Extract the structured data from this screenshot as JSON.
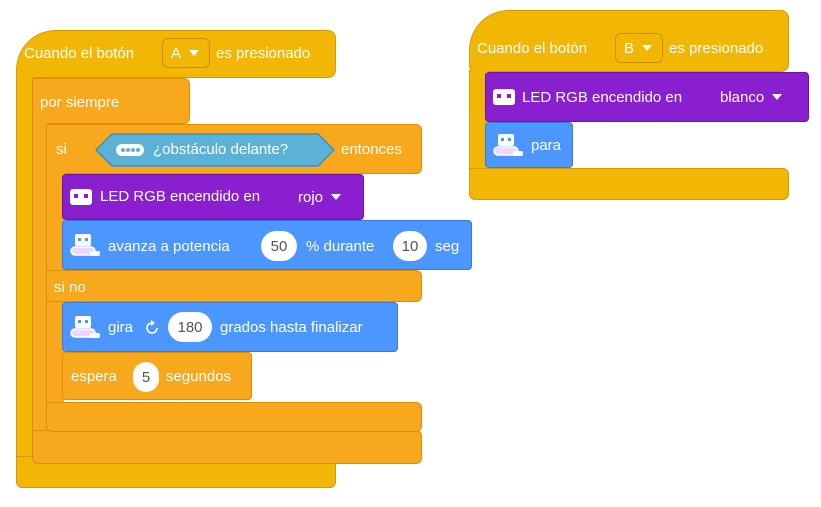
{
  "script_a": {
    "event_prefix": "Cuando el botón",
    "button_value": "A",
    "event_suffix": "es presionado",
    "forever_label": "por siempre",
    "if_label": "si",
    "condition_label": "¿obstáculo delante?",
    "then_label": "entonces",
    "led_label": "LED RGB encendido en",
    "led_color": "rojo",
    "move_label": "avanza a potencia",
    "move_power": "50",
    "move_mid": "% durante",
    "move_time": "10",
    "move_unit": "seg",
    "else_label": "si no",
    "turn_label": "gira",
    "turn_degrees": "180",
    "turn_suffix": "grados hasta finalizar",
    "wait_label": "espera",
    "wait_value": "5",
    "wait_unit": "segundos"
  },
  "script_b": {
    "event_prefix": "Cuando el botón",
    "button_value": "B",
    "event_suffix": "es presionado",
    "led_label": "LED RGB encendido en",
    "led_color": "blanco",
    "stop_label": "para"
  },
  "colors": {
    "events": "#f2b705",
    "control": "#f7a81c",
    "lights": "#8a1fd0",
    "motion": "#4c97ff",
    "sensing": "#5cb1d6"
  }
}
